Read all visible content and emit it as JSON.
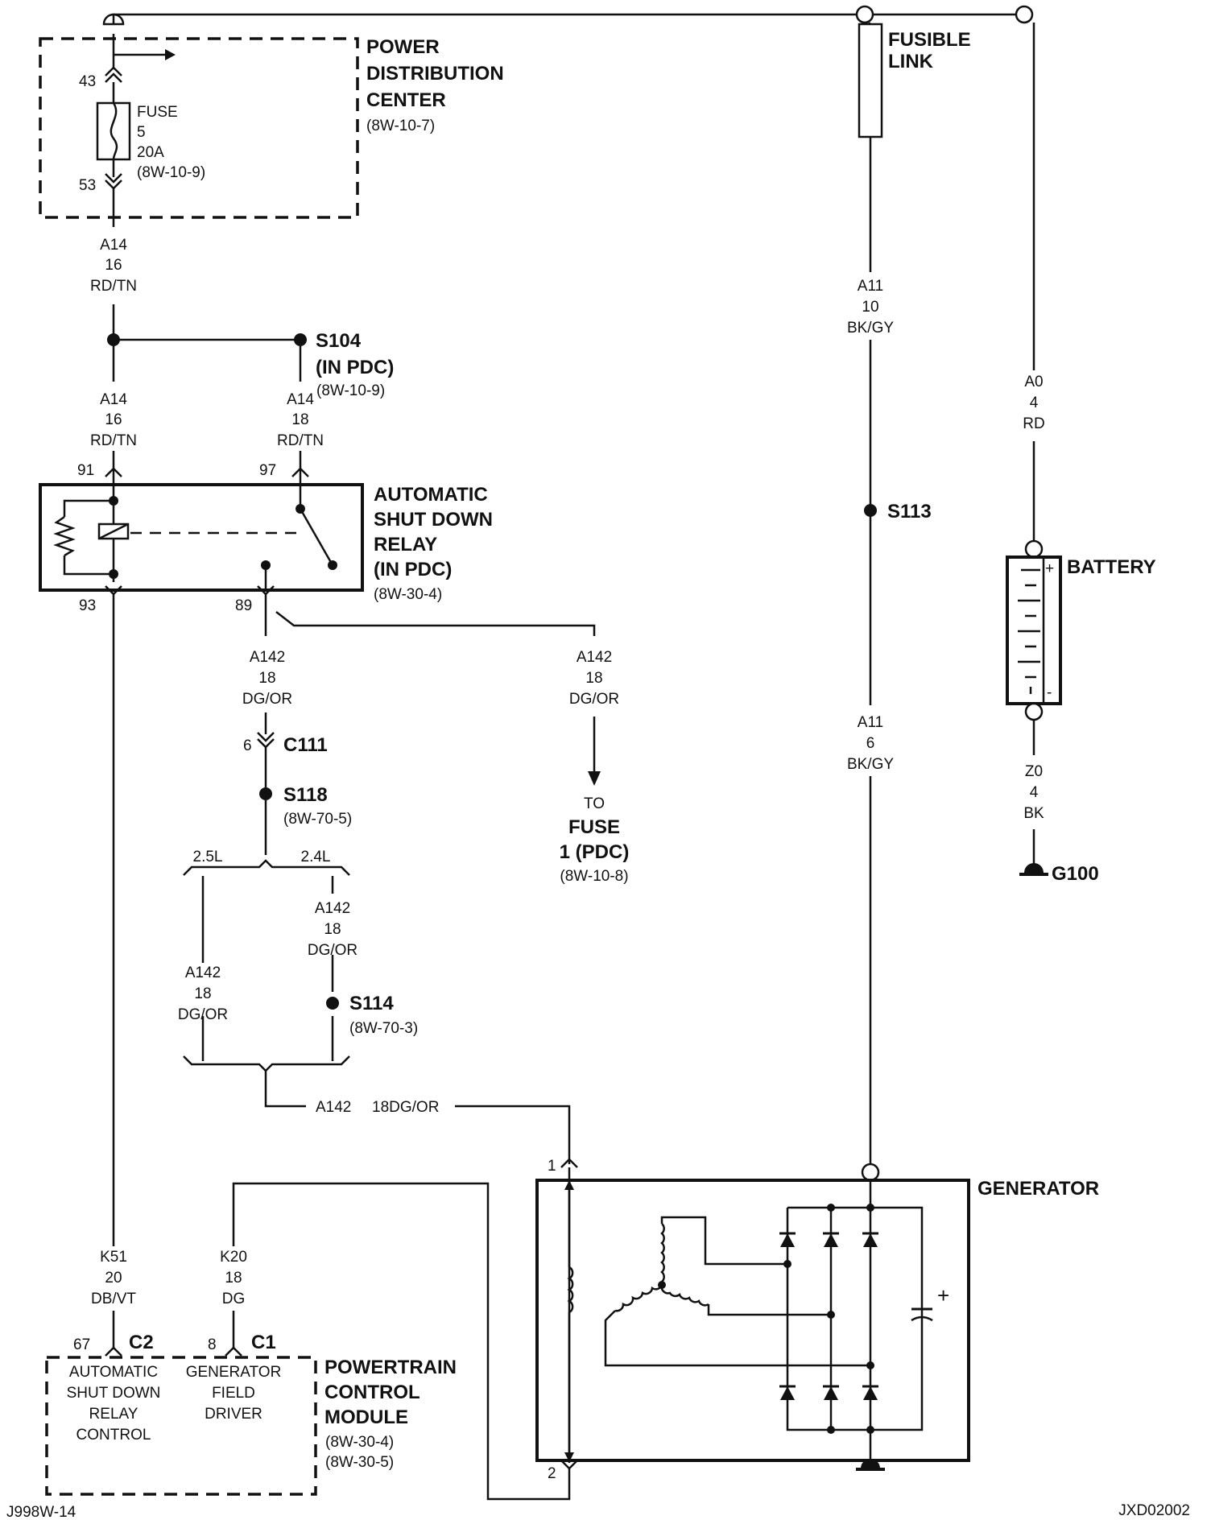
{
  "pdc": {
    "title": [
      "POWER",
      "DISTRIBUTION",
      "CENTER"
    ],
    "ref": "(8W-10-7)",
    "pin_in": "43",
    "pin_out": "53",
    "fuse": [
      "FUSE",
      "5",
      "20A",
      "(8W-10-9)"
    ]
  },
  "fusible_link": [
    "FUSIBLE",
    "LINK"
  ],
  "wires": {
    "a14_top": [
      "A14",
      "16",
      "RD/TN"
    ],
    "a14_left": [
      "A14",
      "16",
      "RD/TN"
    ],
    "a14_right": [
      "A14",
      "18",
      "RD/TN"
    ],
    "a11_top": [
      "A11",
      "10",
      "BK/GY"
    ],
    "a11_bottom": [
      "A11",
      "6",
      "BK/GY"
    ],
    "a0": [
      "A0",
      "4",
      "RD"
    ],
    "z0": [
      "Z0",
      "4",
      "BK"
    ],
    "a142_down": [
      "A142",
      "18",
      "DG/OR"
    ],
    "a142_fuse": [
      "A142",
      "18",
      "DG/OR"
    ],
    "a142_24l": [
      "A142",
      "18",
      "DG/OR"
    ],
    "a142_25l": [
      "A142",
      "18",
      "DG/OR"
    ],
    "a142_bottom": [
      "A142",
      "18DG/OR"
    ],
    "k51": [
      "K51",
      "20",
      "DB/VT"
    ],
    "k20": [
      "K20",
      "18",
      "DG"
    ]
  },
  "splices": {
    "s104": {
      "name": "S104",
      "note": "(IN PDC)",
      "ref": "(8W-10-9)"
    },
    "s113": {
      "name": "S113"
    },
    "s118": {
      "name": "S118",
      "ref": "(8W-70-5)"
    },
    "s114": {
      "name": "S114",
      "ref": "(8W-70-3)"
    }
  },
  "relay": {
    "title": [
      "AUTOMATIC",
      "SHUT DOWN",
      "RELAY",
      "(IN PDC)"
    ],
    "ref": "(8W-30-4)",
    "pins": {
      "p91": "91",
      "p97": "97",
      "p93": "93",
      "p89": "89"
    }
  },
  "connector_c111": {
    "pin": "6",
    "name": "C111"
  },
  "engine_variants": {
    "left": "2.5L",
    "right": "2.4L"
  },
  "fuse_target": {
    "to": "TO",
    "name": [
      "FUSE",
      "1 (PDC)"
    ],
    "ref": "(8W-10-8)"
  },
  "battery": {
    "label": "BATTERY",
    "plus": "+",
    "minus": "-"
  },
  "ground": {
    "name": "G100"
  },
  "generator": {
    "label": "GENERATOR",
    "pin1": "1",
    "pin2": "2",
    "cap_plus": "+"
  },
  "pcm": {
    "title": [
      "POWERTRAIN",
      "CONTROL",
      "MODULE"
    ],
    "refs": [
      "(8W-30-4)",
      "(8W-30-5)"
    ],
    "c2": {
      "pin": "67",
      "name": "C2",
      "func": [
        "AUTOMATIC",
        "SHUT DOWN",
        "RELAY",
        "CONTROL"
      ]
    },
    "c1": {
      "pin": "8",
      "name": "C1",
      "func": [
        "GENERATOR",
        "FIELD",
        "DRIVER"
      ]
    }
  },
  "footer": {
    "left": "J998W-14",
    "right": "JXD02002"
  }
}
